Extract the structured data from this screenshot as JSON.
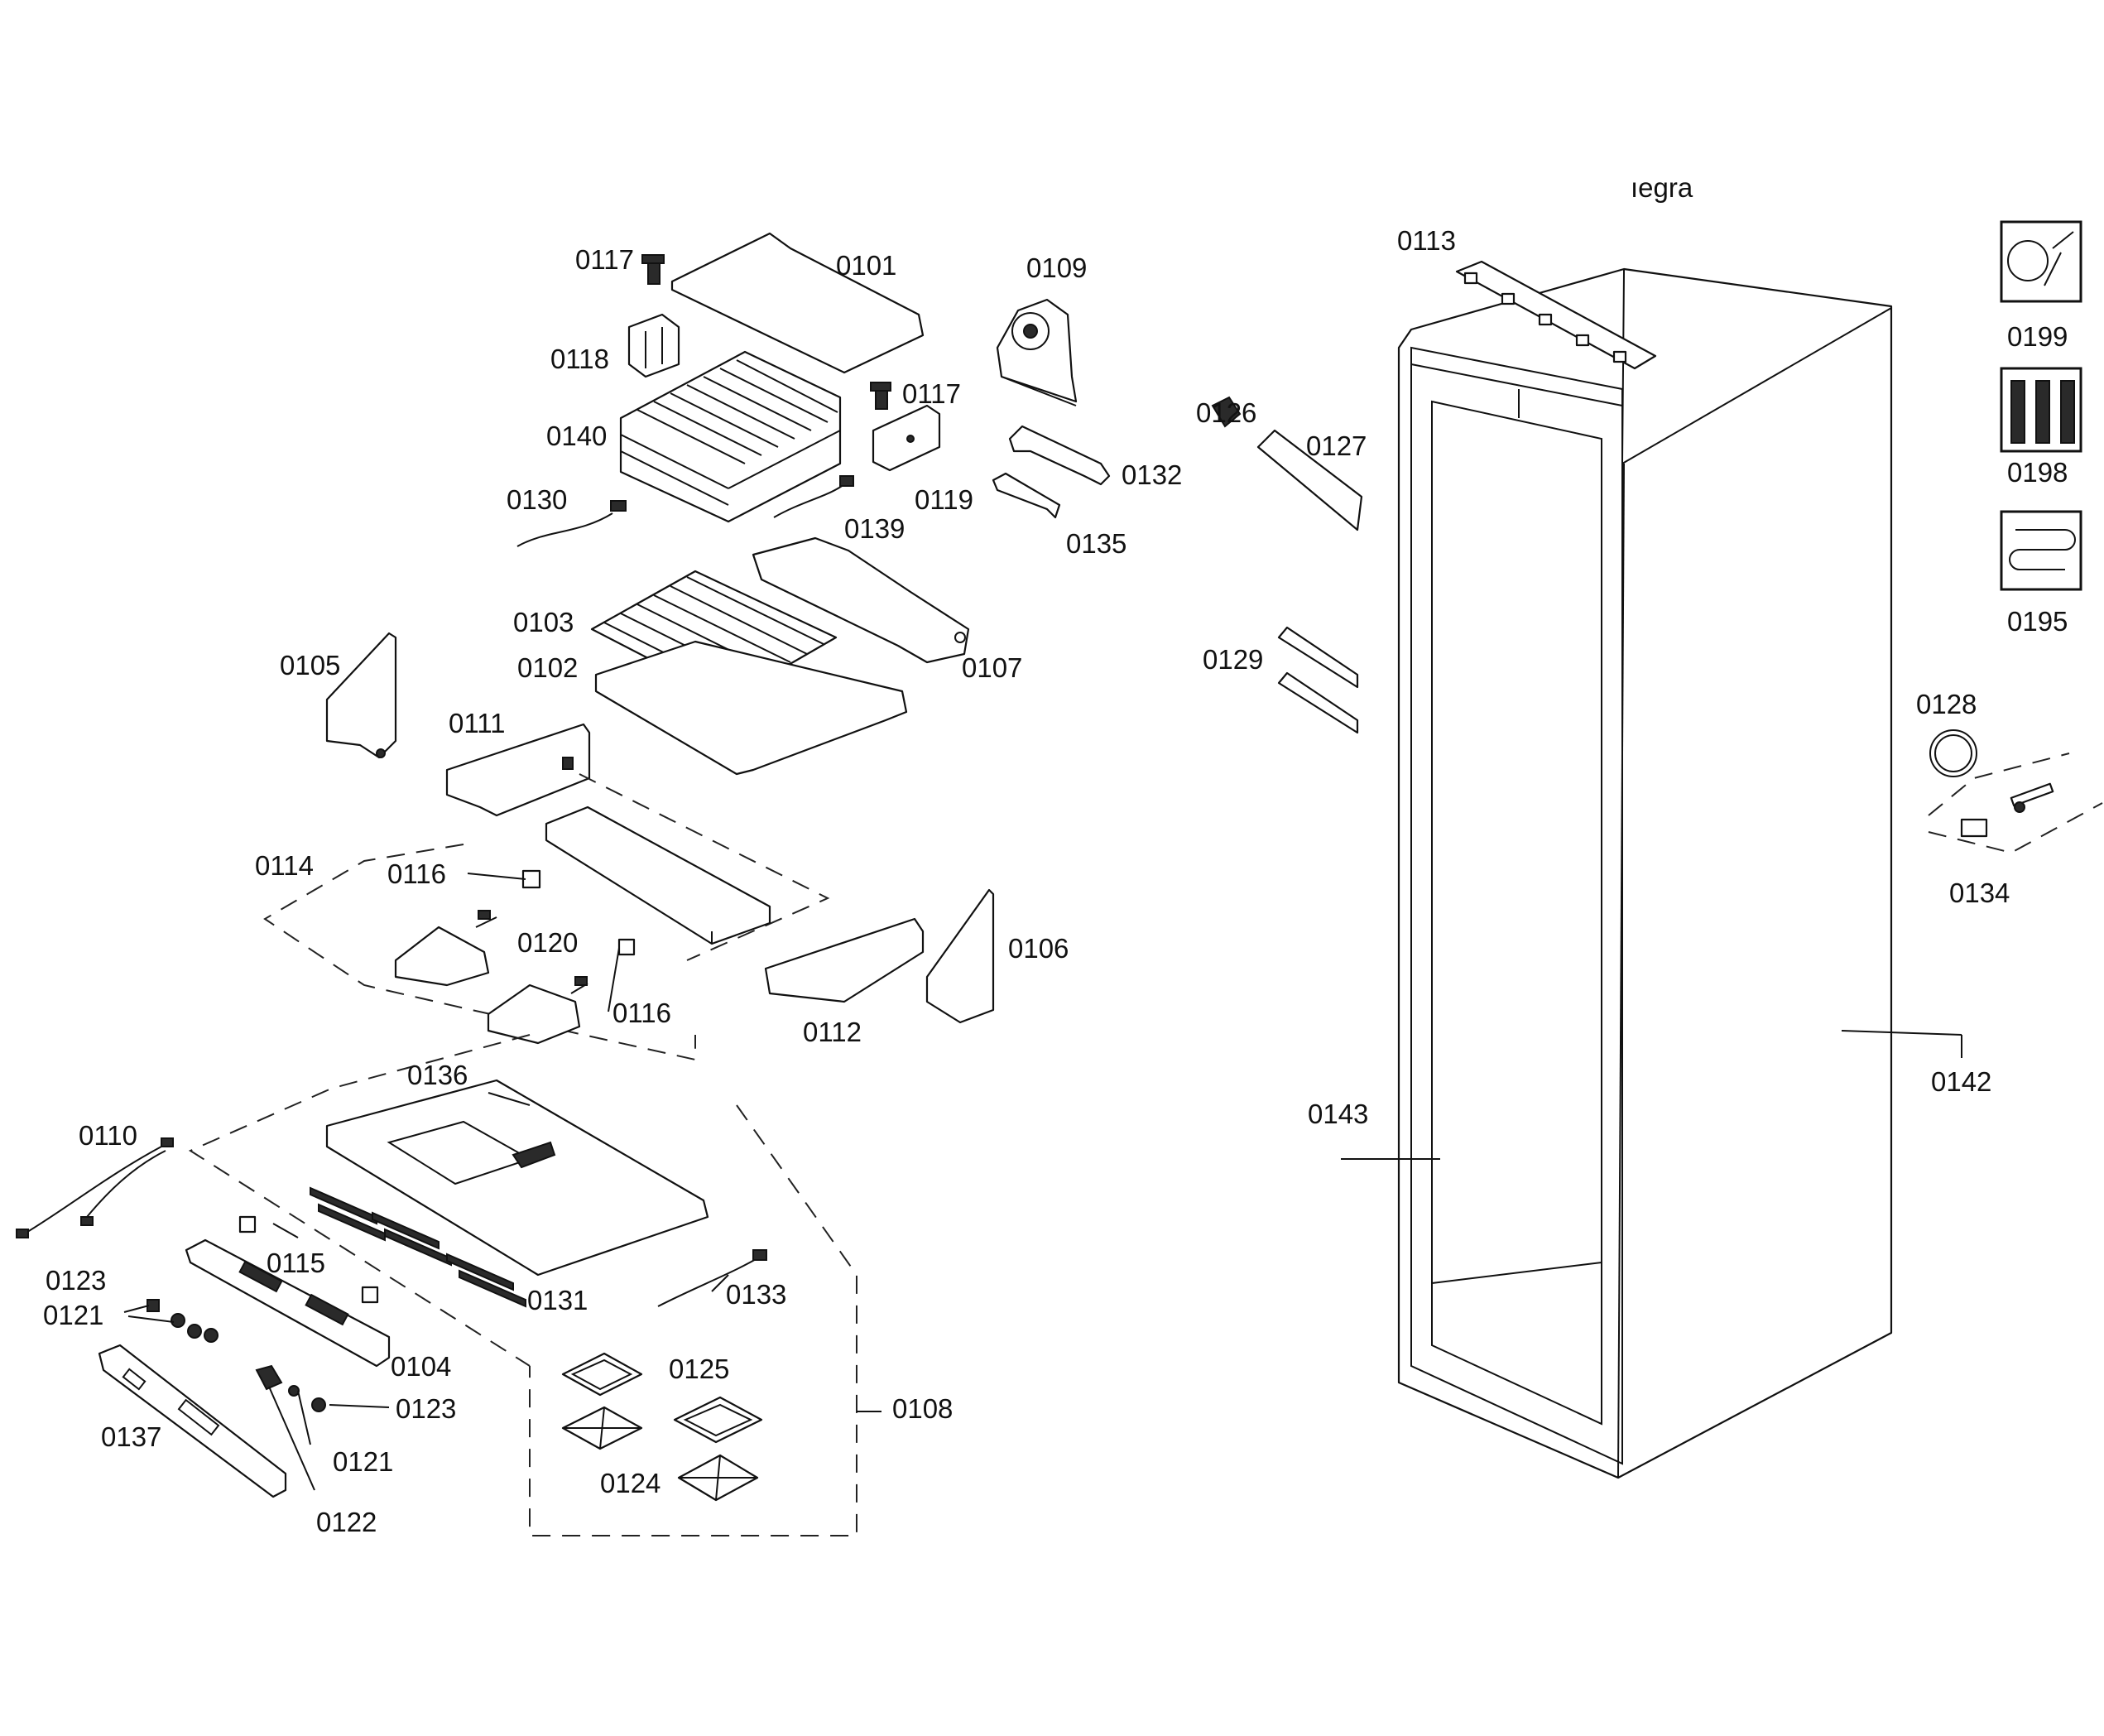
{
  "labels": {
    "p0101": "0101",
    "p0102": "0102",
    "p0103": "0103",
    "p0104": "0104",
    "p0105": "0105",
    "p0106": "0106",
    "p0107": "0107",
    "p0108": "0108",
    "p0109": "0109",
    "p0110": "0110",
    "p0111": "0111",
    "p0112": "0112",
    "p0113": "0113",
    "p0114": "0114",
    "p0115": "0115",
    "p0116a": "0116",
    "p0116b": "0116",
    "p0117a": "0117",
    "p0117b": "0117",
    "p0118": "0118",
    "p0119": "0119",
    "p0120": "0120",
    "p0121a": "0121",
    "p0121b": "0121",
    "p0122": "0122",
    "p0123a": "0123",
    "p0123b": "0123",
    "p0124": "0124",
    "p0125": "0125",
    "p0126": "0126",
    "p0127": "0127",
    "p0128": "0128",
    "p0129": "0129",
    "p0130": "0130",
    "p0131": "0131",
    "p0132": "0132",
    "p0133": "0133",
    "p0134": "0134",
    "p0135": "0135",
    "p0136": "0136",
    "p0137": "0137",
    "p0139": "0139",
    "p0140": "0140",
    "p0142": "0142",
    "p0143": "0143",
    "p0195": "0195",
    "p0198": "0198",
    "p0199": "0199"
  },
  "cabinet_text": "ıegra"
}
